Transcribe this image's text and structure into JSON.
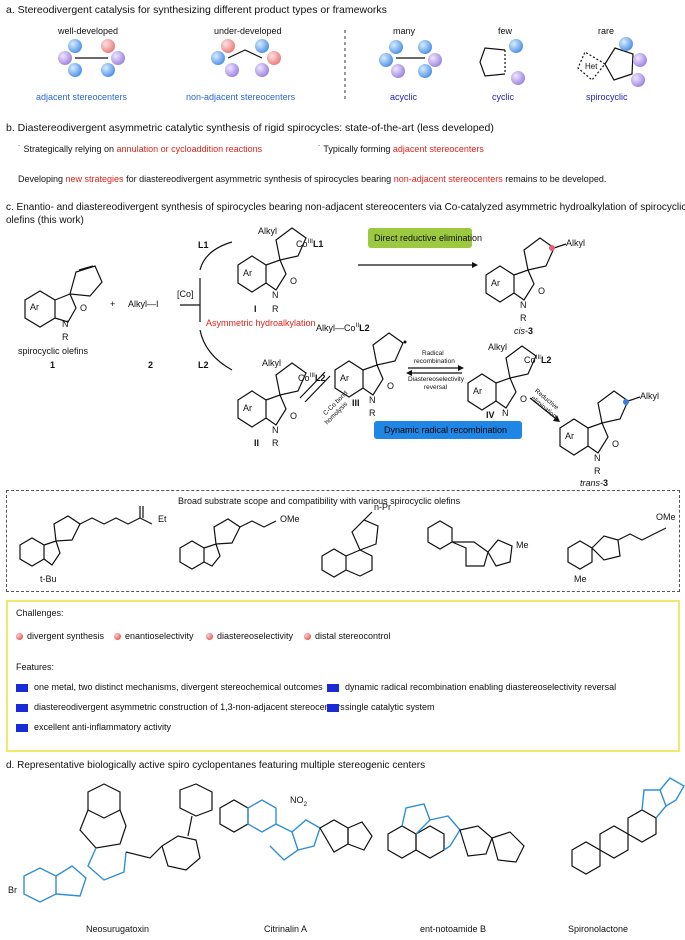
{
  "section_a": {
    "title": "a. Stereodivergent catalysis for synthesizing different product types or frameworks",
    "col1_top": "well-developed",
    "col1_bottom": "adjacent stereocenters",
    "col2_top": "under-developed",
    "col2_bottom": "non-adjacent stereocenters",
    "col3_top": "many",
    "col3_bottom": "acyclic",
    "col4_top": "few",
    "col4_bottom": "cyclic",
    "col5_top": "rare",
    "col5_bottom": "spirocyclic",
    "het": "Het"
  },
  "section_b": {
    "title": "b. Diastereodivergent asymmetric catalytic synthesis of rigid spirocycles: state-of-the-art (less developed)",
    "bullet1_prefix": "˙ Strategically relying on ",
    "bullet1_red": "annulation or cycloaddition reactions",
    "bullet2_prefix": "˙ Typically forming ",
    "bullet2_red": "adjacent stereocenters",
    "line_p1": "Developing ",
    "line_red1": "new strategies",
    "line_p2": " for diastereodivergent asymmetric synthesis of spirocycles bearing ",
    "line_red2": "non-adjacent stereocenters",
    "line_p3": " remains to be developed."
  },
  "section_c": {
    "title_line1": "c. Enantio- and diastereodivergent synthesis of spirocycles bearing non-adjacent stereocenters via Co-catalyzed asymmetric hydroalkylation of spirocyclic",
    "title_line2": "olefins (this work)",
    "olefin_label": "spirocyclic olefins",
    "cmpd1": "1",
    "cmpd2": "2",
    "alkyl_i": "Alkyl—I",
    "plus": "+",
    "co_cat": "[Co]",
    "l1": "L1",
    "l2": "L2",
    "asym": "Asymmetric hydroalkylation",
    "direct": "Direct reductive elimination",
    "dynamic": "Dynamic radical recombination",
    "int_I": "I",
    "int_II": "II",
    "int_III": "III",
    "int_IV": "IV",
    "prod_cis_pre": "cis-",
    "prod_cis_num": "3",
    "prod_trans_pre": "trans-",
    "prod_trans_num": "3",
    "alkyl": "Alkyl",
    "co_l1": "Co",
    "co_l1_ox": "III",
    "co_l1_lig": "L1",
    "co_l2": "Co",
    "co_l2_ox": "III",
    "co_l2_lig": "L2",
    "co2_ox": "II",
    "alkyl_co_l2": "Alkyl—Co",
    "ar": "Ar",
    "n": "N",
    "r": "R",
    "o": "O",
    "radical_recomb": "Radical",
    "radical_recomb2": "recombination",
    "diast1": "Diastereoselectivity",
    "diast2": "reversal",
    "homolysis1": "C-Co bond",
    "homolysis2": "homolysis",
    "reductive1": "Reductive",
    "reductive2": "elimination"
  },
  "scope": {
    "title": "Broad substrate scope and compatibility with various spirocyclic olefins",
    "et": "Et",
    "tbu": "t-Bu",
    "ome1": "OMe",
    "npr": "n-Pr",
    "me": "Me",
    "ome2": "OMe",
    "me2": "Me"
  },
  "challenges": {
    "title": "Challenges:",
    "items": [
      "divergent synthesis",
      "enantioselectivity",
      "diastereoselectivity",
      "distal stereocontrol"
    ],
    "features_title": "Features:",
    "features": [
      "one metal, two distinct mechanisms, divergent stereochemical outcomes",
      "dynamic radical recombination enabling diastereoselectivity reversal",
      "diastereodivergent asymmetric construction of 1,3-non-adjacent stereocenters",
      "single catalytic system",
      "excellent anti-inflammatory activity"
    ]
  },
  "section_d": {
    "title": "d. Representative biologically active spiro cyclopentanes featuring multiple stereogenic centers",
    "names": [
      "Neosurugatoxin",
      "Citrinalin A",
      "ent-notoamide B",
      "Spironolactone"
    ],
    "br": "Br",
    "no2": "NO",
    "no2_sub": "2"
  },
  "colors": {
    "red": "#e0231b",
    "blue": "#2b66d9",
    "green_pill": "#9cc93f",
    "blue_pill": "#1f86e6",
    "feature_square": "#1a2bd6",
    "yellow_border": "#f2e86a",
    "mol_blue": "#2f8fd6"
  }
}
